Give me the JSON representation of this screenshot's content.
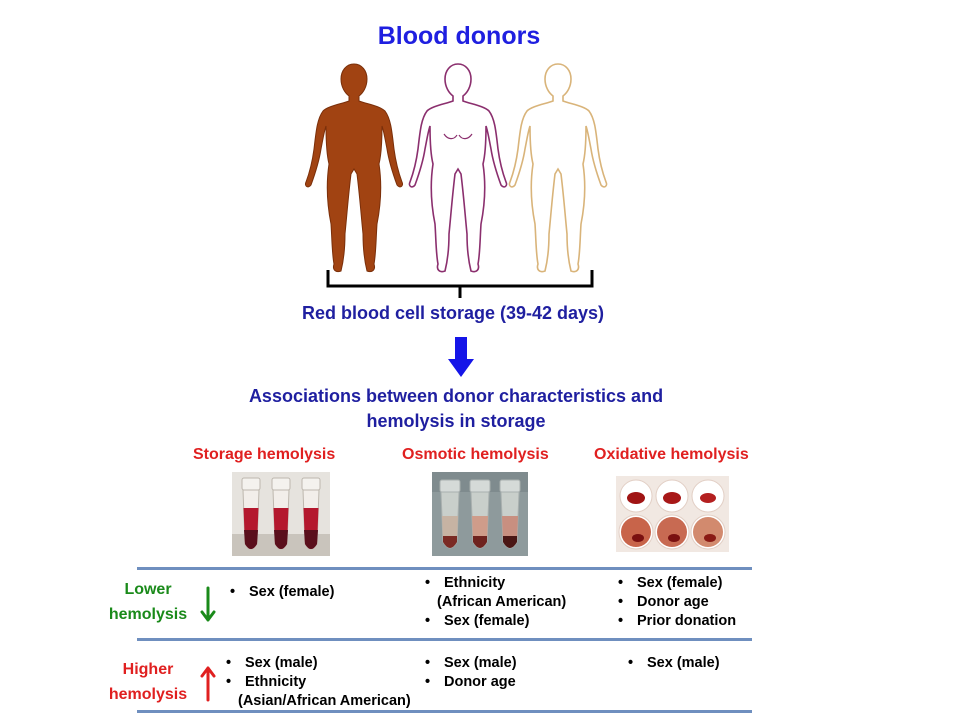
{
  "header": {
    "title": "Blood donors"
  },
  "storage_caption": "Red blood cell storage (39-42 days)",
  "associations": {
    "line1": "Associations between donor characteristics and",
    "line2": "hemolysis in storage"
  },
  "columns": [
    {
      "title": "Storage hemolysis"
    },
    {
      "title": "Osmotic hemolysis"
    },
    {
      "title": "Oxidative hemolysis"
    }
  ],
  "rows": {
    "lower": {
      "line1": "Lower",
      "line2": "hemolysis"
    },
    "higher": {
      "line1": "Higher",
      "line2": "hemolysis"
    }
  },
  "cells": {
    "lower_storage": [
      "Sex (female)"
    ],
    "lower_osmotic": [
      "Ethnicity",
      "(African American)",
      "Sex (female)"
    ],
    "lower_oxidative": [
      "Sex (female)",
      "Donor age",
      "Prior donation"
    ],
    "higher_storage": [
      "Sex (male)",
      "Ethnicity",
      "(Asian/African American)"
    ],
    "higher_osmotic": [
      "Sex (male)",
      "Donor age"
    ],
    "higher_oxidative": [
      "Sex (male)"
    ]
  },
  "colors": {
    "title_blue": "#1F1FE0",
    "caption_navy": "#1F1FA0",
    "column_red": "#E02020",
    "lower_green": "#1A8A1A",
    "higher_red": "#E02020",
    "divider_blue": "#6F8FBF",
    "figure_dark": "#A14312",
    "figure_purple": "#8B2F6E",
    "figure_tan": "#D9B47A",
    "down_arrow_blue": "#1515E8"
  }
}
